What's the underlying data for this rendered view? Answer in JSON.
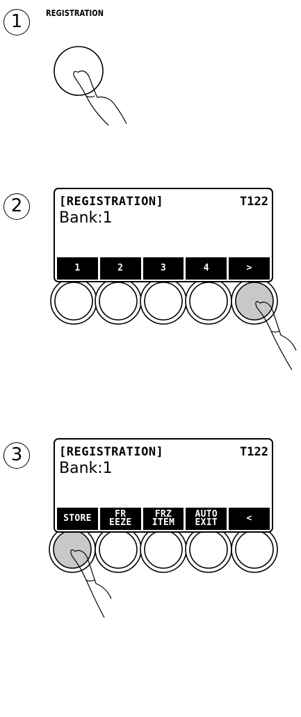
{
  "steps": [
    {
      "number": "1",
      "label": "REGISTRATION"
    },
    {
      "number": "2",
      "display": {
        "title": "[REGISTRATION]",
        "tempo": "T122",
        "bank": "Bank:1",
        "softkeys": [
          "1",
          "2",
          "3",
          "4",
          ">"
        ]
      },
      "pressed_button": 5
    },
    {
      "number": "3",
      "display": {
        "title": "[REGISTRATION]",
        "tempo": "T122",
        "bank": "Bank:1",
        "softkeys": [
          "STORE",
          "FR\nEEZE",
          "FRZ\nITEM",
          "AUTO\nEXIT",
          "<"
        ]
      },
      "pressed_button": 1
    }
  ],
  "colors": {
    "ink": "#000000",
    "pressed_button": "#c8c8c8",
    "screen": "#ffffff",
    "softkey_bg": "#000000"
  }
}
